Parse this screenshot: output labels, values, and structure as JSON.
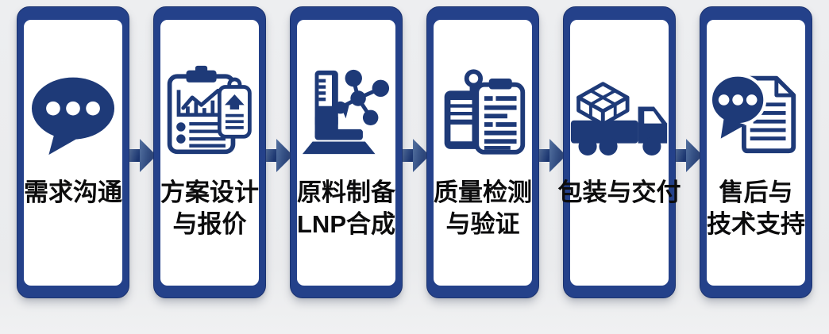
{
  "diagram": {
    "type": "process-flow",
    "direction": "left-to-right",
    "step_count": 6
  },
  "colors": {
    "card_border": "#24418a",
    "card_face": "#ffffff",
    "icon_navy": "#1e3a78",
    "arrow_gradient_start": "#54719f",
    "arrow_gradient_end": "#1b356f",
    "label_text": "#0c0c0d",
    "background": "#ebecee"
  },
  "flow": {
    "steps": [
      {
        "name": "requirements",
        "icon": "speech-bubble-icon",
        "lines": [
          "需求沟通"
        ]
      },
      {
        "name": "design-quote",
        "icon": "clipboard-chart-icon",
        "lines": [
          "方案设计",
          "与报价"
        ]
      },
      {
        "name": "material-lnp",
        "icon": "microscope-molecule-icon",
        "lines": [
          "原料制备",
          "LNP合成"
        ]
      },
      {
        "name": "quality-check",
        "icon": "badge-checklist-icon",
        "lines": [
          "质量检测",
          "与验证"
        ]
      },
      {
        "name": "packaging-delivery",
        "icon": "delivery-truck-icon",
        "lines": [
          "包装与交付"
        ]
      },
      {
        "name": "aftersales-support",
        "icon": "chat-document-icon",
        "lines": [
          "售后与",
          "技术支持"
        ]
      }
    ]
  }
}
